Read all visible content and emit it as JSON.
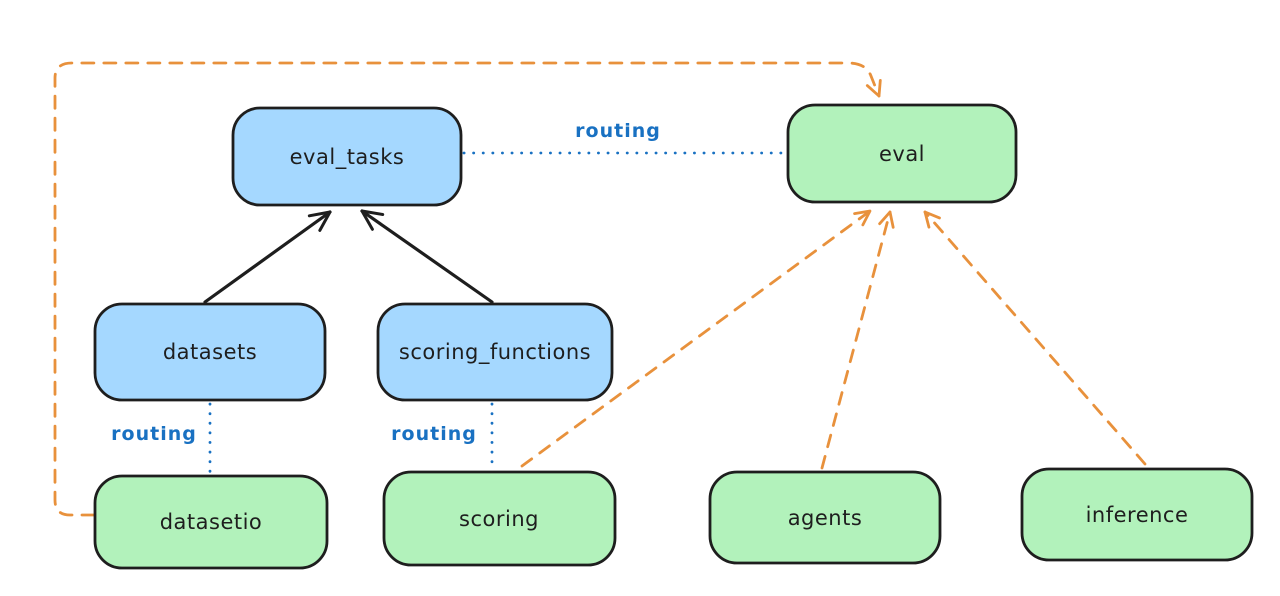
{
  "diagram": {
    "background": "#ffffff",
    "nodes": [
      {
        "id": "eval_tasks",
        "label": "eval_tasks",
        "fill": "#a5d8ff"
      },
      {
        "id": "eval",
        "label": "eval",
        "fill": "#b2f2bb"
      },
      {
        "id": "datasets",
        "label": "datasets",
        "fill": "#a5d8ff"
      },
      {
        "id": "scoring_functions",
        "label": "scoring_functions",
        "fill": "#a5d8ff"
      },
      {
        "id": "datasetio",
        "label": "datasetio",
        "fill": "#b2f2bb"
      },
      {
        "id": "scoring",
        "label": "scoring",
        "fill": "#b2f2bb"
      },
      {
        "id": "agents",
        "label": "agents",
        "fill": "#b2f2bb"
      },
      {
        "id": "inference",
        "label": "inference",
        "fill": "#b2f2bb"
      }
    ],
    "edges": [
      {
        "from": "datasets",
        "to": "eval_tasks",
        "style": "solid",
        "label": ""
      },
      {
        "from": "scoring_functions",
        "to": "eval_tasks",
        "style": "solid",
        "label": ""
      },
      {
        "from": "eval_tasks",
        "to": "eval",
        "style": "dotted",
        "label": "routing"
      },
      {
        "from": "datasets",
        "to": "datasetio",
        "style": "dotted",
        "label": "routing"
      },
      {
        "from": "scoring_functions",
        "to": "scoring",
        "style": "dotted",
        "label": "routing"
      },
      {
        "from": "datasetio",
        "to": "eval",
        "style": "dashed",
        "label": ""
      },
      {
        "from": "scoring",
        "to": "eval",
        "style": "dashed",
        "label": ""
      },
      {
        "from": "agents",
        "to": "eval",
        "style": "dashed",
        "label": ""
      },
      {
        "from": "inference",
        "to": "eval",
        "style": "dashed",
        "label": ""
      }
    ],
    "colors": {
      "node_border": "#1e1e1e",
      "node_text": "#1e1e1e",
      "blue_fill": "#a5d8ff",
      "green_fill": "#b2f2bb",
      "solid_edge": "#1e1e1e",
      "routing_edge": "#1971c2",
      "routing_label": "#1971c2",
      "provider_edge": "#e8913c"
    }
  }
}
